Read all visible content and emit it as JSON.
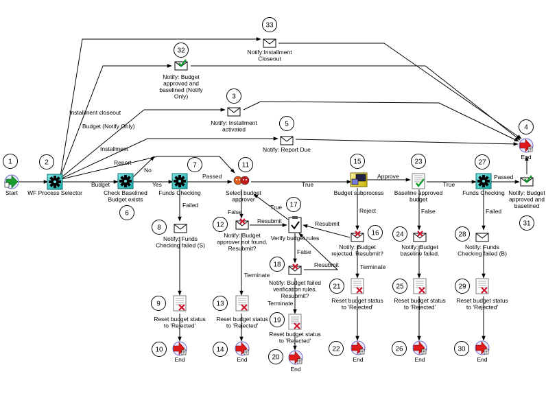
{
  "nodes": [
    {
      "num": "1",
      "type": "start",
      "label": [
        "Start"
      ]
    },
    {
      "num": "2",
      "type": "gear",
      "label": [
        "WF Process Selector"
      ]
    },
    {
      "num": "6",
      "type": "gear",
      "label": [
        "Check Baselined",
        "Budget exists"
      ]
    },
    {
      "num": "7",
      "type": "gear",
      "label": [
        "Funds Checking"
      ]
    },
    {
      "num": "11",
      "type": "people",
      "label": [
        "Select budget",
        "approver"
      ]
    },
    {
      "num": "15",
      "type": "subprocess",
      "label": [
        "Budget subprocess"
      ]
    },
    {
      "num": "23",
      "type": "check",
      "label": [
        "Baseline approved",
        "budget"
      ]
    },
    {
      "num": "27",
      "type": "gear",
      "label": [
        "Funds Checking"
      ]
    },
    {
      "num": "31",
      "type": "notify-ok",
      "label": [
        "Notify: Budget",
        "approved and",
        "baselined"
      ]
    },
    {
      "num": "4",
      "type": "end",
      "label": [
        "End"
      ]
    },
    {
      "num": "33",
      "type": "notify",
      "label": [
        "Notify:Installment",
        "Closeout"
      ]
    },
    {
      "num": "32",
      "type": "notify-ok",
      "label": [
        "Notify: Budget",
        "approved and",
        "baselined (Notify",
        "Only)"
      ]
    },
    {
      "num": "3",
      "type": "notify",
      "label": [
        "Notify: Installment",
        "activated"
      ]
    },
    {
      "num": "5",
      "type": "notify",
      "label": [
        "Notify: Report Due"
      ]
    },
    {
      "num": "8",
      "type": "notify",
      "label": [
        "Notify: Funds",
        "Checking failed (S)"
      ]
    },
    {
      "num": "9",
      "type": "reset",
      "label": [
        "Reset budget status",
        "to 'Rejected'"
      ]
    },
    {
      "num": "10",
      "type": "end",
      "label": [
        "End"
      ]
    },
    {
      "num": "12",
      "type": "notify-x",
      "label": [
        "Notify: Budget",
        "approver not found.",
        "Resubmit?"
      ]
    },
    {
      "num": "13",
      "type": "reset",
      "label": [
        "Reset budget status",
        "to 'Rejected'"
      ]
    },
    {
      "num": "14",
      "type": "end",
      "label": [
        "End"
      ]
    },
    {
      "num": "17",
      "type": "verify",
      "label": [
        "Verify budget rules"
      ]
    },
    {
      "num": "18",
      "type": "notify-x",
      "label": [
        "Notify: Budget failed",
        "verification rules.",
        "Resubmit?"
      ]
    },
    {
      "num": "19",
      "type": "reset",
      "label": [
        "Reset budget status",
        "to 'Rejected'"
      ]
    },
    {
      "num": "20",
      "type": "end",
      "label": [
        "End"
      ]
    },
    {
      "num": "16",
      "type": "notify-x",
      "label": [
        "Notify: Budget",
        "rejected. Resubmit?"
      ]
    },
    {
      "num": "21",
      "type": "reset",
      "label": [
        "Reset budget status",
        "to 'Rejected'"
      ]
    },
    {
      "num": "22",
      "type": "end",
      "label": [
        "End"
      ]
    },
    {
      "num": "24",
      "type": "notify-x",
      "label": [
        "Notify: Budget",
        "baseline failed."
      ]
    },
    {
      "num": "25",
      "type": "reset",
      "label": [
        "Reset budget status",
        "to 'Rejected'"
      ]
    },
    {
      "num": "26",
      "type": "end",
      "label": [
        "End"
      ]
    },
    {
      "num": "28",
      "type": "notify",
      "label": [
        "Notify: Funds",
        "Checking failed (B)"
      ]
    },
    {
      "num": "29",
      "type": "reset",
      "label": [
        "Reset budget status",
        "to 'Rejected'"
      ]
    },
    {
      "num": "30",
      "type": "end",
      "label": [
        "End"
      ]
    }
  ],
  "edge_labels": {
    "installment_closeout": "Installment closeout",
    "budget_notify_only": "Budget (Notify Only)",
    "installment": "Installment",
    "report": "Report",
    "budget": "Budget",
    "no": "No",
    "yes": "Yes",
    "passed_7": "Passed",
    "true_11": "True",
    "approve": "Approve",
    "true_23": "True",
    "passed_27": "Passed",
    "failed_7": "Failed",
    "false_11": "False",
    "resubmit_12": "Resubmit",
    "terminate_12": "Terminate",
    "true_17": "True",
    "false_17": "False",
    "resubmit_16": "Resubmit",
    "reject": "Reject",
    "terminate_16": "Terminate",
    "resubmit_18": "Resubmit",
    "terminate_18": "Terminate",
    "false_23": "False",
    "failed_27": "Failed"
  }
}
